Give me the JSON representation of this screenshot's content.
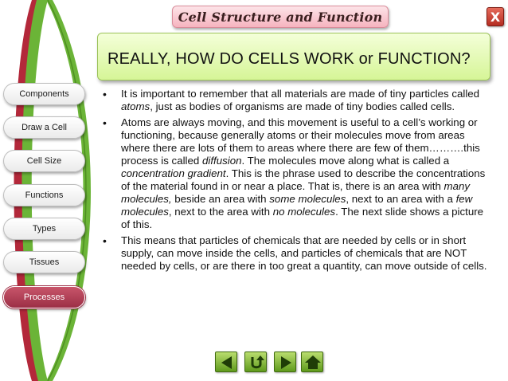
{
  "window": {
    "title": "Cell Structure and Function",
    "close_label": "X"
  },
  "heading": "REALLY, HOW DO CELLS WORK or FUNCTION?",
  "sidebar": {
    "items": [
      {
        "label": "Components",
        "active": false
      },
      {
        "label": "Draw a Cell",
        "active": false
      },
      {
        "label": "Cell Size",
        "active": false
      },
      {
        "label": "Functions",
        "active": false
      },
      {
        "label": "Types",
        "active": false
      },
      {
        "label": "Tissues",
        "active": false
      },
      {
        "label": "Processes",
        "active": true
      }
    ]
  },
  "content": {
    "bullets": [
      {
        "segments": [
          {
            "text": "It is important to remember that all materials are made of tiny particles called "
          },
          {
            "text": "atoms",
            "italic": true
          },
          {
            "text": ", just as bodies of organisms are made of tiny bodies called cells."
          }
        ]
      },
      {
        "segments": [
          {
            "text": "Atoms are always moving, and this movement is useful to a cell’s working or functioning, because generally atoms or their molecules move from areas where there are lots of them to areas where there are few of them……….this process is called "
          },
          {
            "text": "diffusion",
            "italic": true
          },
          {
            "text": ". The molecules move along what is called a "
          },
          {
            "text": "concentration gradient",
            "italic": true
          },
          {
            "text": ". This is the phrase used to describe the concentrations of the material found in or near a place. That is, there is an area with "
          },
          {
            "text": "many molecules,",
            "italic": true
          },
          {
            "text": " beside an area with "
          },
          {
            "text": "some molecules",
            "italic": true
          },
          {
            "text": ", next to an area with a "
          },
          {
            "text": "few molecules",
            "italic": true
          },
          {
            "text": ", next to the area with "
          },
          {
            "text": "no molecules",
            "italic": true
          },
          {
            "text": ". The next slide shows a picture of this."
          }
        ]
      },
      {
        "segments": [
          {
            "text": "This means that particles of chemicals that are needed by cells or in short supply, can move inside the cells, and particles of chemicals that are NOT needed by cells, or are there in too great a quantity, can move outside of cells."
          }
        ]
      }
    ]
  },
  "controls": [
    {
      "name": "back-button",
      "icon": "left-arrow-icon"
    },
    {
      "name": "return-button",
      "icon": "u-turn-icon"
    },
    {
      "name": "next-button",
      "icon": "right-arrow-icon"
    },
    {
      "name": "home-button",
      "icon": "home-icon"
    }
  ],
  "colors": {
    "ribbon_green": "#6bb437",
    "ribbon_red": "#b3283a",
    "heading_bg": "#d6f597",
    "active_nav": "#9c2f46",
    "title_bg": "#f6b3bf",
    "control_green": "#5f9a1c"
  }
}
